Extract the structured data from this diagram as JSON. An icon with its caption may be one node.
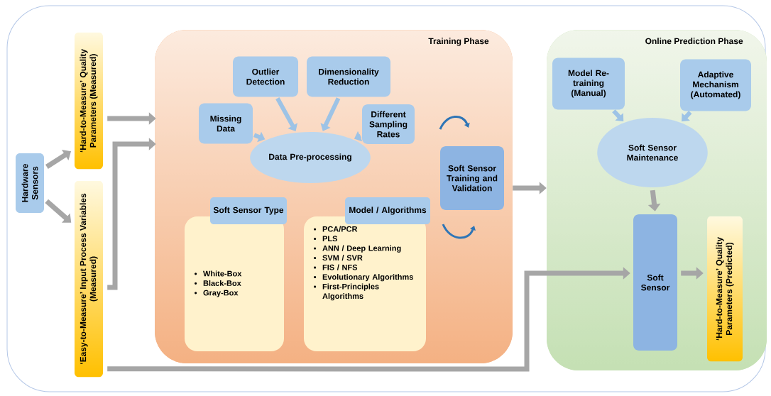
{
  "diagram": {
    "nodes": [
      {
        "text": [
          "Hardware Sensors"
        ]
      },
      {
        "text": [
          "‘Hard-to-Measure’ Quality Parameters (Measured)"
        ]
      },
      {
        "text": [
          "‘Easy-to-Measure’ Input Process Variables (Measured)"
        ]
      },
      {
        "text": [
          "Training Phase"
        ]
      },
      {
        "text": [
          "Outlier Detection"
        ],
        "in": 3
      },
      {
        "text": [
          "Dimensionality Reduction"
        ],
        "in": 3
      },
      {
        "text": [
          "Missing Data"
        ],
        "in": 3
      },
      {
        "text": [
          "Different Sampling Rates"
        ],
        "in": 3
      },
      {
        "text": [
          "Data Pre-processing"
        ],
        "in": 3
      },
      {
        "text": [
          "Soft Sensor Training and Validation"
        ],
        "in": 3
      },
      {
        "text": [
          "Soft Sensor Type",
          "White-Box",
          "Black-Box",
          "Gray-Box"
        ],
        "in": 3
      },
      {
        "text": [
          "Model / Algorithms",
          "PCA/PCR",
          "PLS",
          "ANN / Deep Learning",
          "SVM / SVR",
          "FIS / NFS",
          "Evolutionary Algorithms",
          "First-Principles Algorithms"
        ],
        "in": 3
      },
      {
        "text": [
          "Online Prediction Phase"
        ]
      },
      {
        "text": [
          "Model Re-training (Manual)"
        ],
        "in": 12
      },
      {
        "text": [
          "Adaptive Mechanism (Automated)"
        ],
        "in": 12
      },
      {
        "text": [
          "Soft Sensor Maintenance"
        ],
        "in": 12
      },
      {
        "text": [
          "Soft Sensor"
        ],
        "in": 12
      },
      {
        "text": [
          "‘Hard-to-Measure’ Quality Parameters (Predicted)"
        ],
        "in": 12
      }
    ],
    "edges": [
      {
        "from": 0,
        "to": 1,
        "arrow": "to"
      },
      {
        "from": 0,
        "to": 2,
        "arrow": "to"
      },
      {
        "from": 1,
        "to": 3,
        "arrow": "to"
      },
      {
        "from": 2,
        "to": 3,
        "arrow": "to"
      },
      {
        "from": 4,
        "to": 8,
        "arrow": "to",
        "color": "#9dc3e6"
      },
      {
        "from": 5,
        "to": 8,
        "arrow": "to",
        "color": "#9dc3e6"
      },
      {
        "from": 6,
        "to": 8,
        "arrow": "to",
        "color": "#9dc3e6"
      },
      {
        "from": 7,
        "to": 8,
        "arrow": "to",
        "color": "#9dc3e6"
      },
      {
        "from": 3,
        "to": 12,
        "arrow": "to"
      },
      {
        "from": 2,
        "to": 16,
        "arrow": "to"
      },
      {
        "from": 13,
        "to": 15,
        "arrow": "to",
        "color": "#9dc3e6"
      },
      {
        "from": 14,
        "to": 15,
        "arrow": "to",
        "color": "#9dc3e6"
      },
      {
        "from": 15,
        "to": 16,
        "arrow": "to"
      },
      {
        "from": 16,
        "to": 17,
        "arrow": "to"
      }
    ]
  }
}
